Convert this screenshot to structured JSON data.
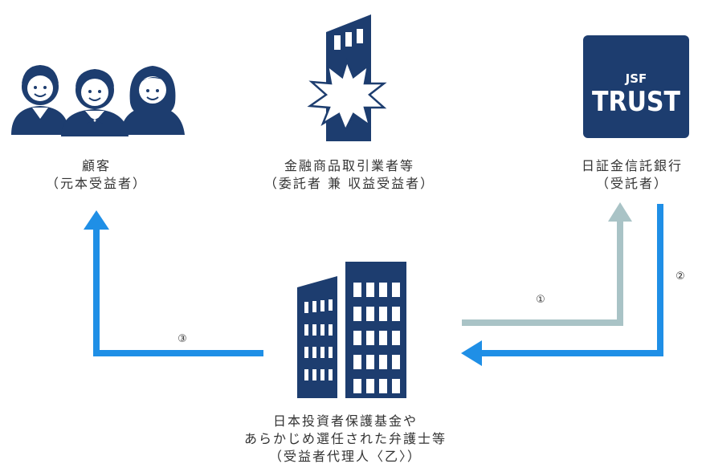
{
  "colors": {
    "navy": "#1d3d6f",
    "blue_arrow": "#1f8fe6",
    "grey_arrow": "#a9c3c6",
    "text": "#333333",
    "white": "#ffffff"
  },
  "nodes": {
    "customer": {
      "line1": "顧客",
      "line2": "（元本受益者）",
      "icon": "people-icon"
    },
    "firm": {
      "line1": "金融商品取引業者等",
      "line2": "（委託者 兼 収益受益者）",
      "icon": "bankrupt-building-icon"
    },
    "trust_bank": {
      "line1": "日証金信託銀行",
      "line2": "（受託者）",
      "icon": "jsf-trust-logo",
      "logo_top": "JSF",
      "logo_bottom": "TRUST"
    },
    "agent": {
      "line1": "日本投資者保護基金や",
      "line2": "あらかじめ選任された弁護士等",
      "line3": "（受益者代理人〈乙〉）",
      "icon": "office-buildings-icon"
    }
  },
  "steps": {
    "step1": "①",
    "step2": "②",
    "step3": "③"
  }
}
